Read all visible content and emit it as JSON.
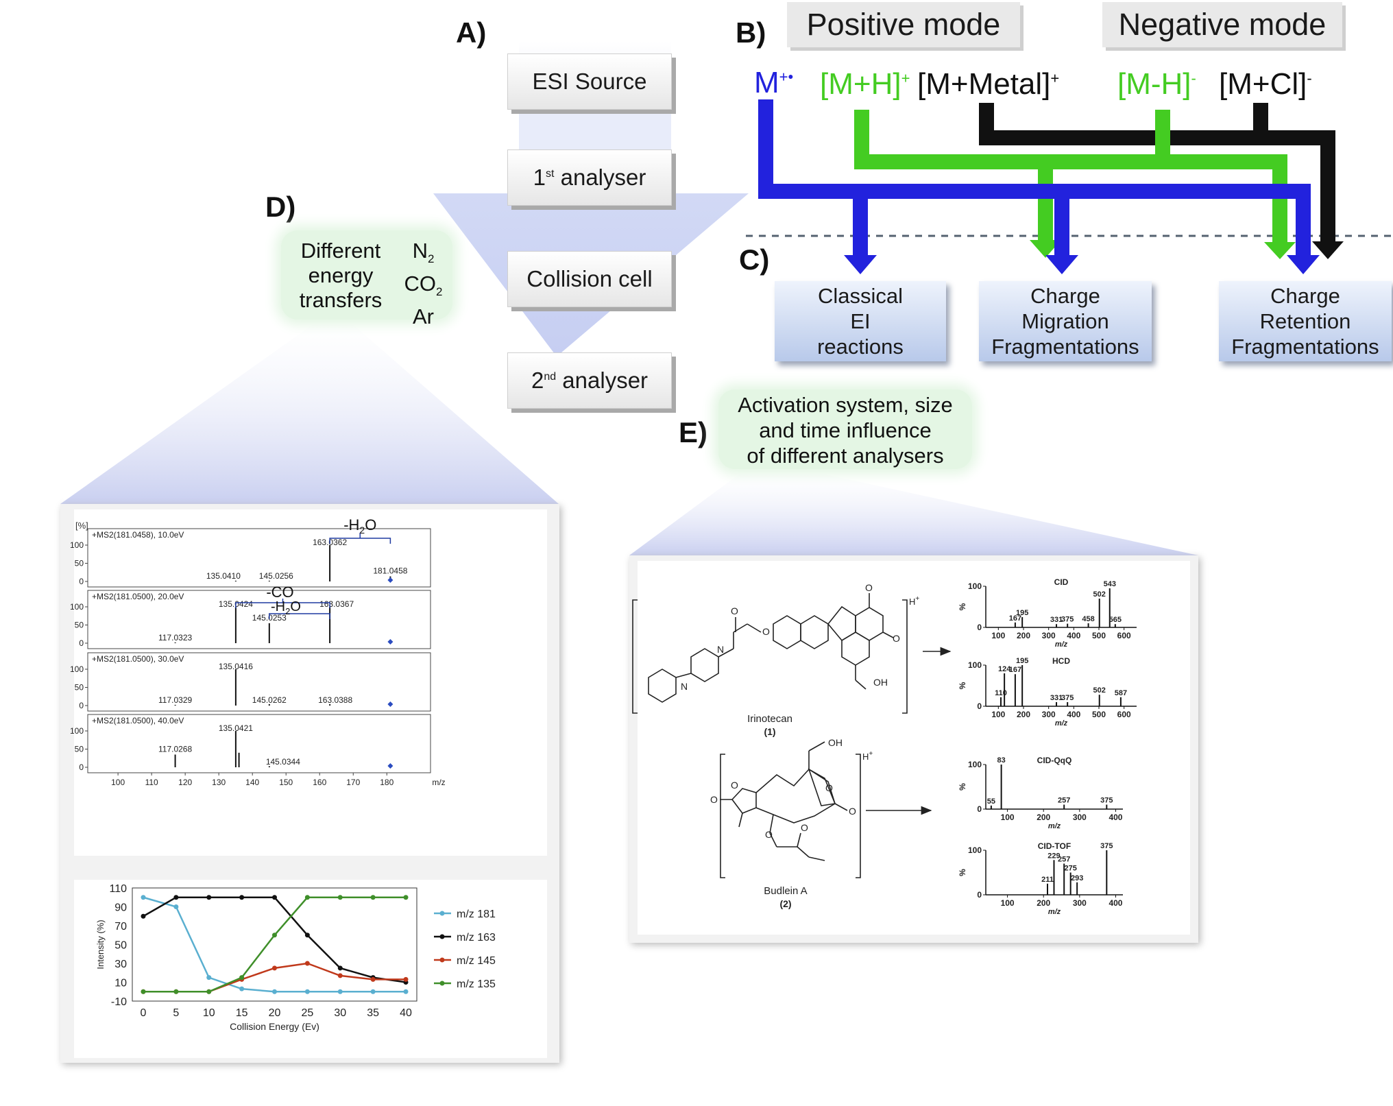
{
  "panels": {
    "a": "A)",
    "b": "B)",
    "c": "C)",
    "d": "D)",
    "e": "E)"
  },
  "instrument": [
    "ESI Source",
    "1",
    "st",
    "analyser",
    "Collision cell",
    "2",
    "nd",
    "analyser"
  ],
  "modes": {
    "positive": "Positive mode",
    "negative": "Negative mode"
  },
  "ions": [
    {
      "base": "M",
      "sup": "+•",
      "color": "#2222dd"
    },
    {
      "base": "[M+H]",
      "sup": "+",
      "color": "#44cc22"
    },
    {
      "base": "[M+Metal]",
      "sup": "+",
      "color": "#111111"
    },
    {
      "base": "[M-H]",
      "sup": "-",
      "color": "#44cc22"
    },
    {
      "base": "[M+Cl]",
      "sup": "-",
      "color": "#111111"
    }
  ],
  "flow_colors": {
    "blue": "#2222dd",
    "green": "#44cc22",
    "black": "#111111"
  },
  "results": [
    [
      "Classical",
      "EI",
      "reactions"
    ],
    [
      "Charge",
      "Migration",
      "Fragmentations"
    ],
    [
      "Charge",
      "Retention",
      "Fragmentations"
    ]
  ],
  "energy_box": {
    "lines": [
      "Different",
      "energy",
      "transfers"
    ],
    "gases": [
      [
        "N",
        "2"
      ],
      [
        "CO",
        "2"
      ],
      [
        "Ar",
        ""
      ]
    ]
  },
  "activation_box": [
    "Activation system, size",
    "and time influence",
    "of different analysers"
  ],
  "ms_stack": {
    "y_unit": "[%]",
    "x_unit": "m/z",
    "y_ticks": [
      "100",
      "50",
      "0"
    ],
    "x_ticks": [
      "100",
      "110",
      "120",
      "130",
      "140",
      "150",
      "160",
      "170",
      "180"
    ],
    "spectra": [
      {
        "title": "+MS2(181.0458), 10.0eV",
        "labels": [
          "163.0362",
          "181.0458",
          "135.0410",
          "145.0256"
        ]
      },
      {
        "title": "+MS2(181.0500), 20.0eV",
        "labels": [
          "135.0424",
          "145.0253",
          "163.0367",
          "117.0323"
        ]
      },
      {
        "title": "+MS2(181.0500), 30.0eV",
        "labels": [
          "135.0416",
          "117.0329",
          "145.0262",
          "163.0388"
        ]
      },
      {
        "title": "+MS2(181.0500), 40.0eV",
        "labels": [
          "135.0421",
          "117.0268",
          "145.0344"
        ]
      }
    ],
    "losses": [
      [
        "-H",
        "2",
        "O"
      ],
      [
        "-CO"
      ],
      [
        "-H",
        "2",
        "O"
      ]
    ]
  },
  "chart_data": [
    {
      "type": "line",
      "xlabel": "Collision Energy (Ev)",
      "ylabel": "Intensity (%)",
      "ylim": [
        -10,
        110
      ],
      "y_ticks": [
        -10,
        10,
        30,
        50,
        70,
        90,
        110
      ],
      "x": [
        0,
        5,
        10,
        15,
        20,
        25,
        30,
        35,
        40
      ],
      "series": [
        {
          "name": "m/z 181",
          "color": "#5aafd0",
          "values": [
            100,
            90,
            15,
            3,
            0,
            0,
            0,
            0,
            0
          ]
        },
        {
          "name": "m/z 163",
          "color": "#111111",
          "values": [
            80,
            100,
            100,
            100,
            100,
            60,
            25,
            15,
            10
          ]
        },
        {
          "name": "m/z 145",
          "color": "#c0391b",
          "values": [
            0,
            0,
            0,
            13,
            25,
            30,
            17,
            13,
            13
          ]
        },
        {
          "name": "m/z 135",
          "color": "#3f8f2a",
          "values": [
            0,
            0,
            0,
            15,
            60,
            100,
            100,
            100,
            100
          ]
        }
      ],
      "legend": "right",
      "grid": false
    },
    {
      "type": "bar",
      "title": "CID",
      "ylabel": "%",
      "xlabel": "m/z",
      "xlim": [
        50,
        650
      ],
      "ylim": [
        0,
        100
      ],
      "x_ticks": [
        100,
        200,
        300,
        400,
        500,
        600
      ],
      "y_ticks": [
        0,
        50,
        100
      ],
      "x": [
        167,
        195,
        331,
        375,
        458,
        502,
        543,
        565
      ],
      "values": [
        12,
        25,
        8,
        9,
        10,
        70,
        95,
        8
      ],
      "labels": [
        "167",
        "195",
        "331",
        "375",
        "458",
        "502",
        "543",
        "565"
      ]
    },
    {
      "type": "bar",
      "title": "HCD",
      "ylabel": "%",
      "xlabel": "m/z",
      "xlim": [
        50,
        650
      ],
      "ylim": [
        0,
        100
      ],
      "x_ticks": [
        100,
        200,
        300,
        400,
        500,
        600
      ],
      "y_ticks": [
        0,
        50,
        100
      ],
      "x": [
        110,
        124,
        167,
        195,
        331,
        375,
        502,
        587
      ],
      "values": [
        22,
        80,
        78,
        100,
        10,
        10,
        28,
        22
      ],
      "labels": [
        "110",
        "124",
        "167",
        "195",
        "331",
        "375",
        "502",
        "587"
      ]
    },
    {
      "type": "bar",
      "title": "CID-QqQ",
      "ylabel": "%",
      "xlabel": "m/z",
      "xlim": [
        40,
        420
      ],
      "ylim": [
        0,
        100
      ],
      "x_ticks": [
        100,
        200,
        300,
        400
      ],
      "y_ticks": [
        0,
        50,
        100
      ],
      "x": [
        55,
        83,
        257,
        375
      ],
      "values": [
        8,
        100,
        10,
        10
      ],
      "labels": [
        "55",
        "83",
        "257",
        "375"
      ]
    },
    {
      "type": "bar",
      "title": "CID-TOF",
      "ylabel": "%",
      "xlabel": "m/z",
      "xlim": [
        40,
        420
      ],
      "ylim": [
        0,
        100
      ],
      "x_ticks": [
        100,
        200,
        300,
        400
      ],
      "y_ticks": [
        0,
        50,
        100
      ],
      "x": [
        211,
        229,
        257,
        275,
        293,
        375
      ],
      "values": [
        25,
        78,
        70,
        50,
        28,
        100
      ],
      "labels": [
        "211",
        "229",
        "257",
        "275",
        "293",
        "375"
      ]
    }
  ],
  "molecules": [
    {
      "name": "Irinotecan",
      "number": "(1)",
      "charge": "H",
      "charge_sup": "+",
      "atoms": [
        "N",
        "N",
        "O",
        "O",
        "O",
        "O",
        "OH"
      ]
    },
    {
      "name": "Budlein A",
      "number": "(2)",
      "charge": "H",
      "charge_sup": "+",
      "atoms": [
        "OH",
        "O",
        "O",
        "O",
        "O",
        "O",
        "O"
      ]
    }
  ]
}
